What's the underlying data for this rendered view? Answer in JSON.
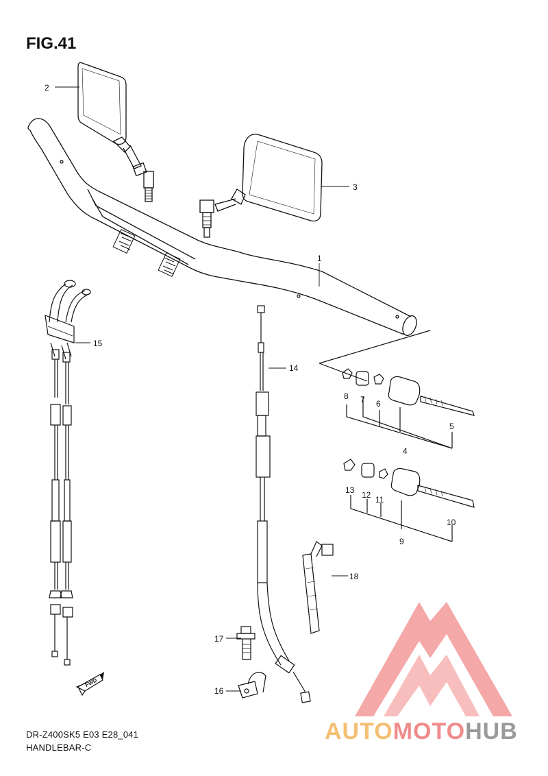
{
  "figure": {
    "title": "FIG.41",
    "model_code": "DR-Z400SK5 E03 E28_041",
    "section_name": "HANDLEBAR-C"
  },
  "callouts": [
    "1",
    "2",
    "3",
    "4",
    "5",
    "6",
    "7",
    "8",
    "9",
    "10",
    "11",
    "12",
    "13",
    "14",
    "15",
    "16",
    "17",
    "18"
  ],
  "fwd_label": "FWD",
  "watermark": {
    "part1": "AUTO",
    "part2": "MOTO",
    "part3": "HUB",
    "colors": {
      "auto": "#f4bf73",
      "moto": "#f08c8c",
      "hub": "#9a9a9a",
      "logo": "#f08c8c"
    }
  }
}
